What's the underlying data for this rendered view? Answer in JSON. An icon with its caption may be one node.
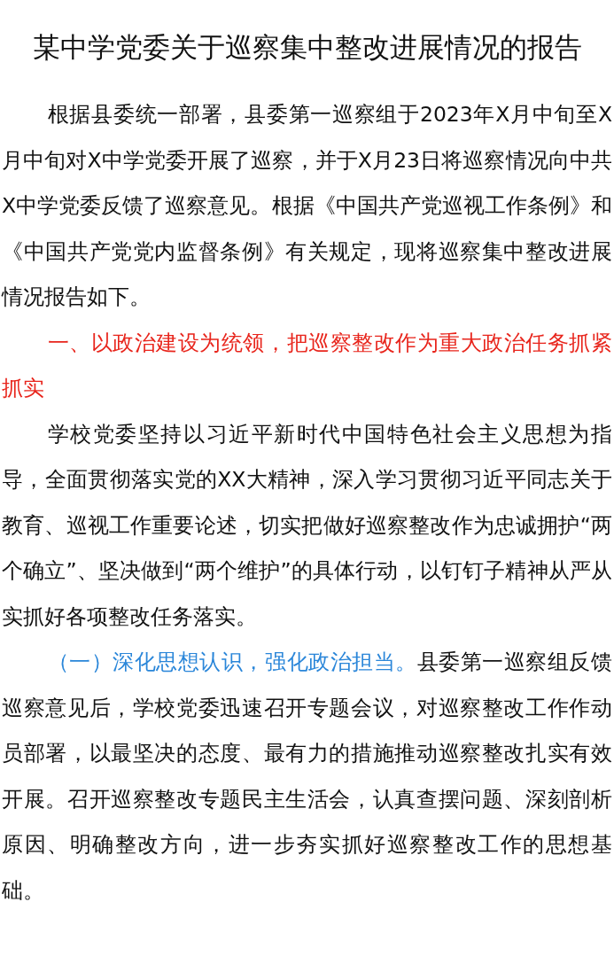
{
  "diagram": {
    "title": "某中学党委关于巡察集中整改进展情况的报告",
    "labels": [
      "根据县委统一部署，县委第一巡察组于2023年X月中旬至X月中旬对X中学党委开展了巡察，并于X月23日将巡察情况向中共X中学党委反馈了巡察意见。根据《中国共产党巡视工作条例》和《中国共产党党内监督条例》有关规定，现将巡察集中整改进展情况报告如下。",
      "一、以政治建设为统领，把巡察整改作为重大政治任务抓紧抓实",
      "学校党委坚持以习近平新时代中国特色社会主义思想为指导，全面贯彻落实党的XX大精神，深入学习贯彻习近平同志关于教育、巡视工作重要论述，切实把做好巡察整改作为忠诚拥护“两个确立”、坚决做到“两个维护”的具体行动，以钉钉子精神从严从实抓好各项整改任务落实。",
      "（一）深化思想认识，强化政治担当。",
      "县委第一巡察组反馈巡察意见后，学校党委迅速召开专题会议，对巡察整改工作作动员部署，以最坚决的态度、最有力的措施推动巡察整改扎实有效开展。召开巡察整改专题民主生活会，认真查摆问题、深刻剖析原因、明确整改方向，进一步夯实抓好巡察整改工作的思想基础。"
    ]
  }
}
